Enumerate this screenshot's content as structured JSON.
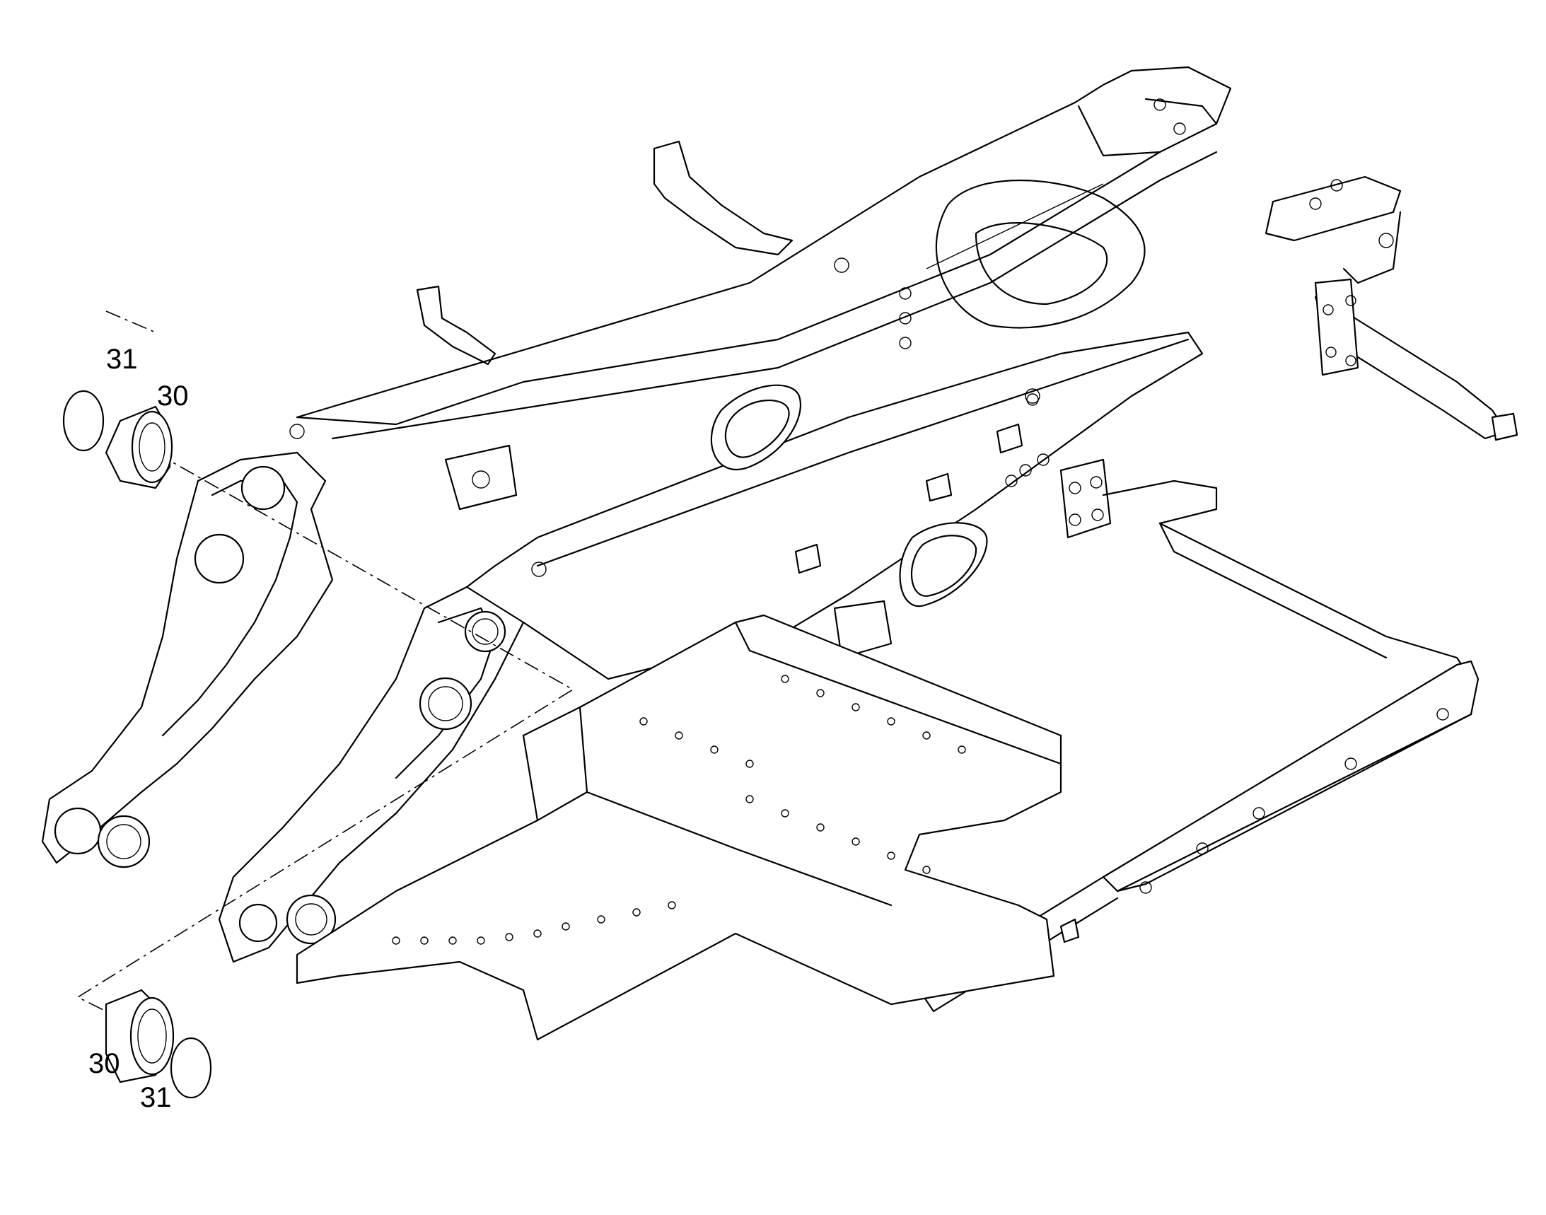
{
  "labels": {
    "ring_top": "31",
    "bushing_top": "30",
    "bushing_bottom": "30",
    "ring_bottom": "31"
  },
  "colors": {
    "line": "#000000",
    "background": "#ffffff"
  }
}
